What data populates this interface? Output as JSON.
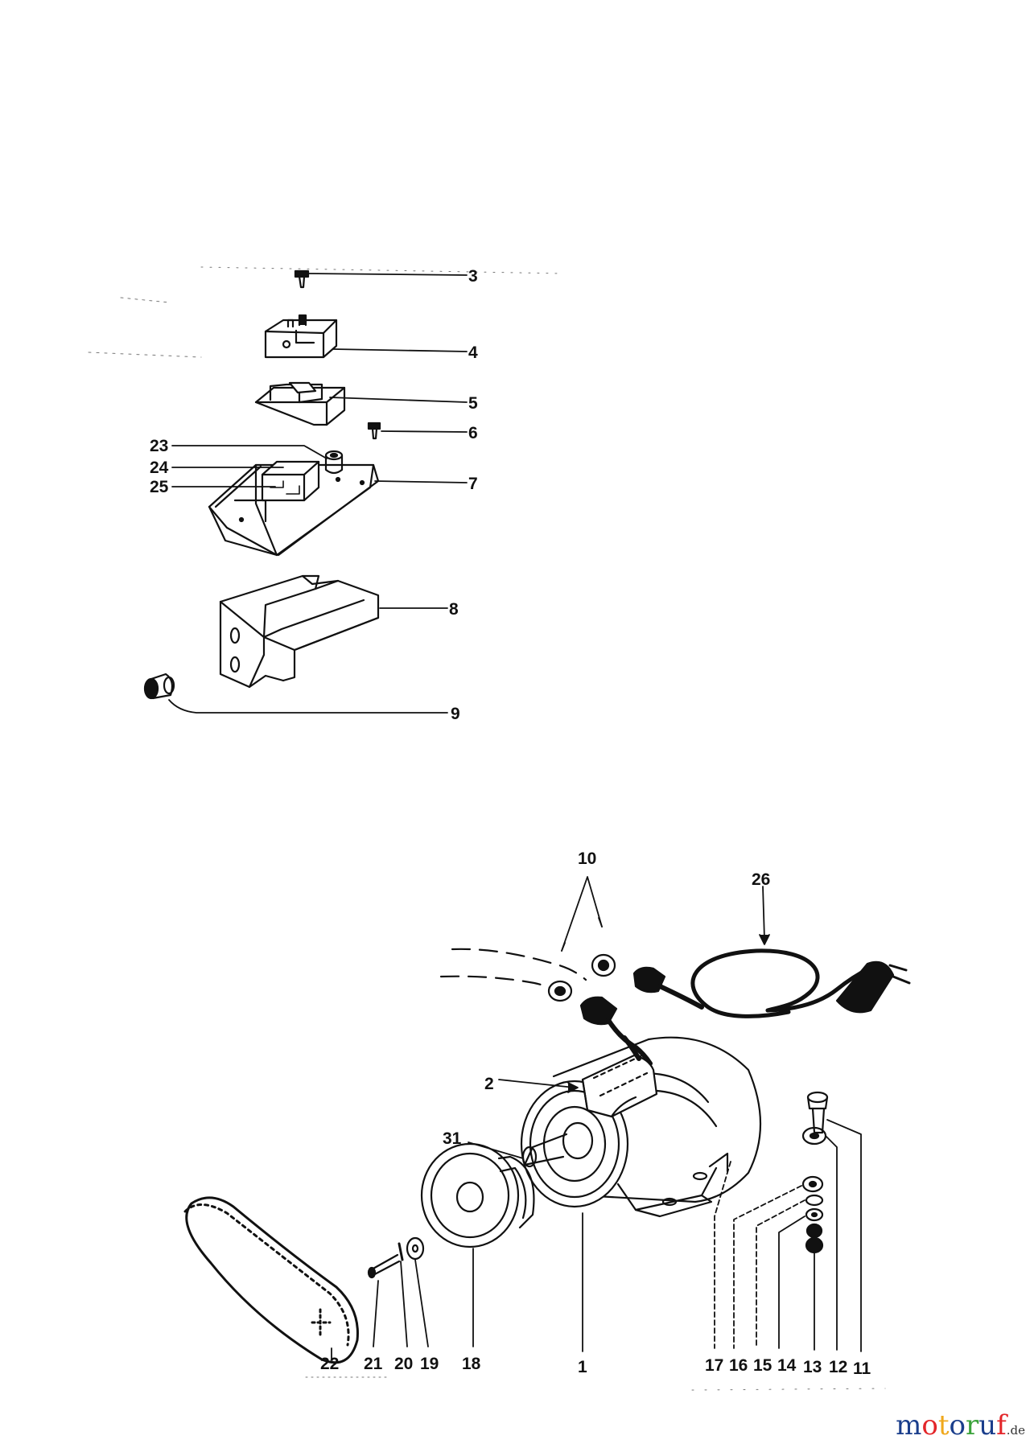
{
  "callouts": {
    "c1": "1",
    "c2": "2",
    "c3": "3",
    "c4": "4",
    "c5": "5",
    "c6": "6",
    "c7": "7",
    "c8": "8",
    "c9": "9",
    "c10": "10",
    "c11": "11",
    "c12": "12",
    "c13": "13",
    "c14": "14",
    "c15": "15",
    "c16": "16",
    "c17": "17",
    "c18": "18",
    "c19": "19",
    "c20": "20",
    "c21": "21",
    "c22": "22",
    "c23": "23",
    "c24": "24",
    "c25": "25",
    "c26": "26",
    "c31": "31"
  },
  "watermark": {
    "letters": [
      "m",
      "o",
      "t",
      "o",
      "r",
      "u",
      "f"
    ],
    "colors": [
      "#1a3e8c",
      "#e3262a",
      "#f0a81c",
      "#1a3e8c",
      "#3aa23a",
      "#1a3e8c",
      "#e3262a"
    ],
    "suffix": ".de"
  }
}
